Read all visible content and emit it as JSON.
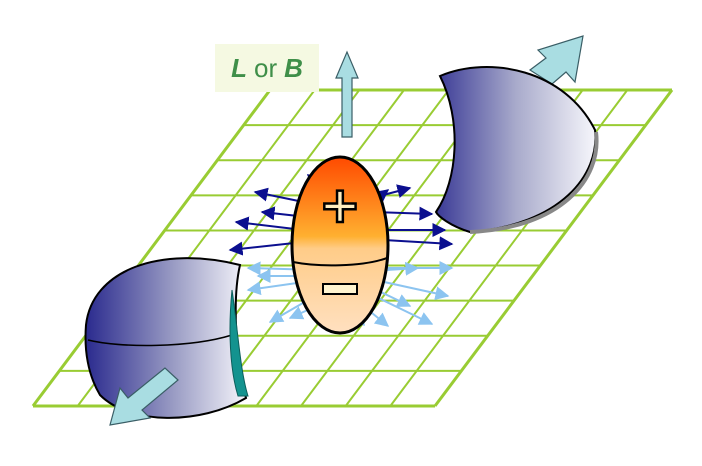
{
  "label": {
    "sym1": "L",
    "word": "or",
    "sym2": "B"
  },
  "glyphs": {
    "plus": "+",
    "minus": "–"
  },
  "colors": {
    "grid": "#99cc33",
    "label_text": "#3f8f49",
    "label_bg": "#f5f9e2",
    "arrow_dark": "#0b0f8f",
    "arrow_light": "#8cc4f0",
    "big_arrow": "#a9dde2",
    "ellipsoid_top": "#ff5a00",
    "ellipsoid_bottom": "#ffd0a0",
    "teal": "#13938f"
  }
}
